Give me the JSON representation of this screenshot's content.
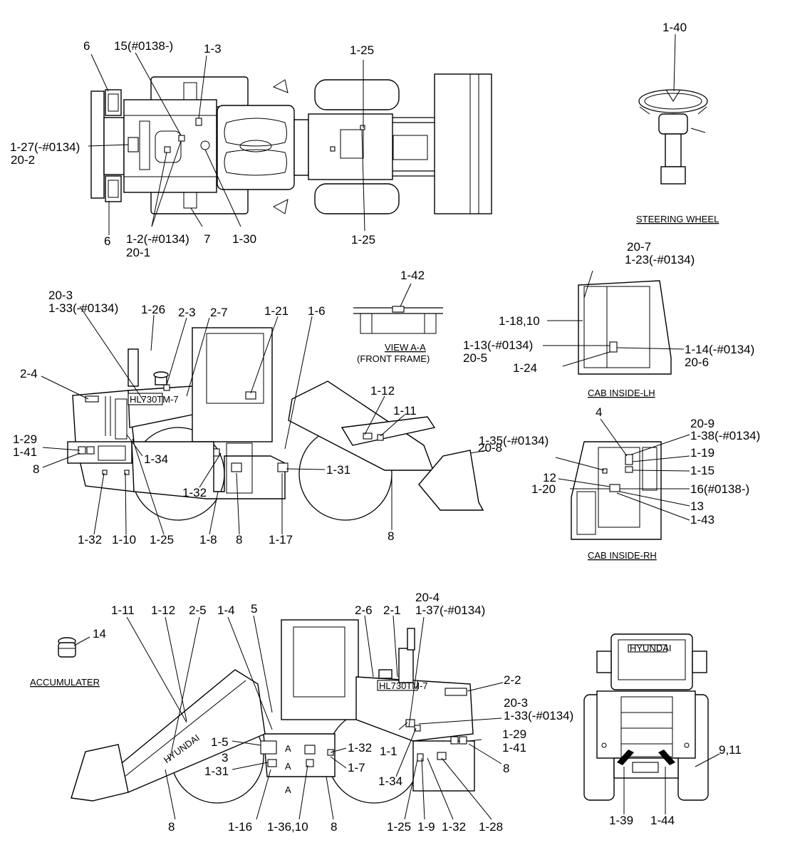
{
  "views": {
    "top_view": {
      "labels": [
        "6",
        "15(#0138-)",
        "1-3",
        "1-25",
        "1-27(-#0134)",
        "20-2",
        "6",
        "1-2(-#0134)",
        "20-1",
        "7",
        "1-30",
        "1-25"
      ]
    },
    "steering_wheel": {
      "caption": "STEERING WHEEL",
      "labels": [
        "1-40"
      ]
    },
    "view_a_a": {
      "caption": "VIEW A-A",
      "subcaption": "(FRONT FRAME)",
      "labels": [
        "1-42"
      ]
    },
    "cab_inside_lh": {
      "caption": "CAB INSIDE-LH",
      "labels": [
        "20-7",
        "1-23(-#0134)",
        "1-18,10",
        "1-13(-#0134)",
        "20-5",
        "1-24",
        "1-14(-#0134)",
        "20-6"
      ]
    },
    "cab_inside_rh": {
      "caption": "CAB INSIDE-RH",
      "labels": [
        "4",
        "20-9",
        "1-38(-#0134)",
        "1-35(-#0134)",
        "1-19",
        "1-15",
        "12",
        "1-20",
        "16(#0138-)",
        "13",
        "1-43"
      ]
    },
    "left_side": {
      "labels": [
        "20-3",
        "1-33(-#0134)",
        "1-26",
        "2-3",
        "2-7",
        "1-21",
        "1-6",
        "2-4",
        "1-12",
        "1-11",
        "20-8",
        "1-29",
        "1-41",
        "8",
        "1-34",
        "1-31",
        "1-32",
        "1-32",
        "1-10",
        "1-25",
        "1-8",
        "8",
        "1-17",
        "8"
      ],
      "model_badge": "HL730TM-7"
    },
    "accumulator": {
      "caption": "ACCUMULATER",
      "labels": [
        "14"
      ]
    },
    "right_side": {
      "labels": [
        "20-4",
        "1-37(-#0134)",
        "1-11",
        "1-12",
        "2-5",
        "1-4",
        "5",
        "2-6",
        "2-1",
        "2-2",
        "20-3",
        "1-33(-#0134)",
        "1-29",
        "1-41",
        "1-5",
        "3",
        "1-31",
        "1-32",
        "1-7",
        "1-1",
        "8",
        "1-34",
        "8",
        "1-16",
        "1-36,10",
        "8",
        "1-25",
        "1-9",
        "1-32",
        "1-28"
      ],
      "arrow_markers": [
        "A",
        "A",
        "A"
      ],
      "model_badge": "HL730TM-7",
      "boom_brand": "HYUNDAI"
    },
    "rear_view": {
      "labels": [
        "9,11",
        "1-39",
        "1-44"
      ],
      "top_brand": "HYUNDAI"
    }
  }
}
